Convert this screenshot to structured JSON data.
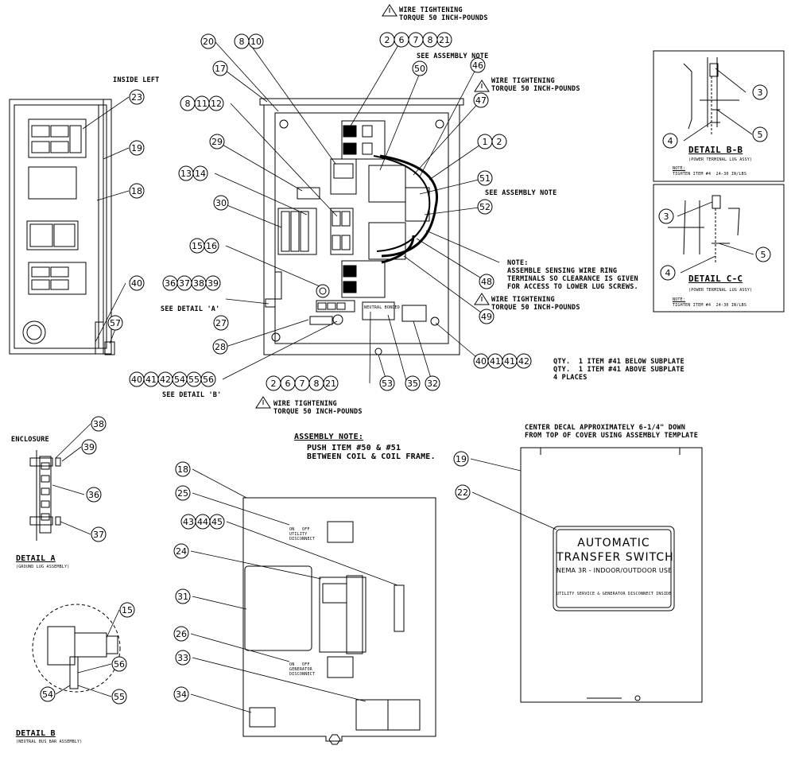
{
  "notes": {
    "inside_left": "INSIDE LEFT",
    "wire_torque_heading": "WIRE TIGHTENING",
    "wire_torque_value": "TORQUE 50 INCH-POUNDS",
    "see_assembly_note": "SEE ASSEMBLY NOTE",
    "see_detail_a": "SEE DETAIL 'A'",
    "see_detail_b": "SEE DETAIL 'B'",
    "sensing_note": "NOTE:\nASSEMBLE SENSING WIRE RING\nTERMINALS SO CLEARANCE IS GIVEN\nFOR ACCESS TO LOWER LUG SCREWS.",
    "qty_note": "QTY.  1 ITEM #41 BELOW SUBPLATE\nQTY.  1 ITEM #41 ABOVE SUBPLATE\n4 PLACES",
    "assembly_note_title": "ASSEMBLY NOTE:",
    "assembly_note_body": "PUSH ITEM #50 & #51\nBETWEEN COIL & COIL FRAME.",
    "decal_note": "CENTER DECAL APPROXIMATELY 6-1/4\" DOWN\nFROM TOP OF COVER USING ASSEMBLY TEMPLATE",
    "enclosure": "ENCLOSURE",
    "detail_a_title": "DETAIL A",
    "detail_a_sub": "(GROUND LUG ASSEMBLY)",
    "detail_b_title": "DETAIL B",
    "detail_b_sub": "(NEUTRAL BUS BAR ASSEMBLY)",
    "detail_bb_title": "DETAIL B-B",
    "detail_bb_sub": "(POWER TERMINAL LUG ASSY)",
    "detail_cc_title": "DETAIL C-C",
    "detail_cc_sub": "(POWER TERMINAL LUG ASSY)",
    "note_label": "NOTE:",
    "tighten_note": "TIGHTEN ITEM #4  24-30 IN/LBS"
  },
  "decal": {
    "line1": "AUTOMATIC",
    "line2": "TRANSFER SWITCH",
    "line3": "NEMA 3R - INDOOR/OUTDOOR USE",
    "line4": "UTILITY SERVICE & GENERATOR DISCONNECT INSIDE"
  },
  "labels": {
    "utility_disconnect": "ON   OFF\nUTILITY\nDISCONNECT",
    "generator_disconnect": "ON   OFF\nGENERATOR\nDISCONNECT",
    "neutral_bonded": "NEUTRAL BONDED"
  },
  "balloons": [
    {
      "id": "b-20",
      "text": "20"
    },
    {
      "id": "b-8",
      "text": "8"
    },
    {
      "id": "b-10",
      "text": "10"
    },
    {
      "id": "b-2a",
      "text": "2"
    },
    {
      "id": "b-6a",
      "text": "6"
    },
    {
      "id": "b-7a",
      "text": "7"
    },
    {
      "id": "b-8a",
      "text": "8"
    },
    {
      "id": "b-21a",
      "text": "21"
    },
    {
      "id": "b-17",
      "text": "17"
    },
    {
      "id": "b-50",
      "text": "50"
    },
    {
      "id": "b-46",
      "text": "46"
    },
    {
      "id": "b-47",
      "text": "47"
    },
    {
      "id": "b-8b",
      "text": "8"
    },
    {
      "id": "b-11",
      "text": "11"
    },
    {
      "id": "b-12",
      "text": "12"
    },
    {
      "id": "b-29",
      "text": "29"
    },
    {
      "id": "b-1",
      "text": "1"
    },
    {
      "id": "b-2b",
      "text": "2"
    },
    {
      "id": "b-13",
      "text": "13"
    },
    {
      "id": "b-14",
      "text": "14"
    },
    {
      "id": "b-51",
      "text": "51"
    },
    {
      "id": "b-30",
      "text": "30"
    },
    {
      "id": "b-52",
      "text": "52"
    },
    {
      "id": "b-15",
      "text": "15"
    },
    {
      "id": "b-16",
      "text": "16"
    },
    {
      "id": "b-36",
      "text": "36"
    },
    {
      "id": "b-37",
      "text": "37"
    },
    {
      "id": "b-38",
      "text": "38"
    },
    {
      "id": "b-39",
      "text": "39"
    },
    {
      "id": "b-48",
      "text": "48"
    },
    {
      "id": "b-27",
      "text": "27"
    },
    {
      "id": "b-49",
      "text": "49"
    },
    {
      "id": "b-28",
      "text": "28"
    },
    {
      "id": "b-40",
      "text": "40"
    },
    {
      "id": "b-41",
      "text": "41"
    },
    {
      "id": "b-42",
      "text": "42"
    },
    {
      "id": "b-54",
      "text": "54"
    },
    {
      "id": "b-55",
      "text": "55"
    },
    {
      "id": "b-56",
      "text": "56"
    },
    {
      "id": "b-40r",
      "text": "40"
    },
    {
      "id": "b-41r",
      "text": "41"
    },
    {
      "id": "b-41r2",
      "text": "41"
    },
    {
      "id": "b-42r",
      "text": "42"
    },
    {
      "id": "b-2c",
      "text": "2"
    },
    {
      "id": "b-6c",
      "text": "6"
    },
    {
      "id": "b-7c",
      "text": "7"
    },
    {
      "id": "b-8c",
      "text": "8"
    },
    {
      "id": "b-21c",
      "text": "21"
    },
    {
      "id": "b-53",
      "text": "53"
    },
    {
      "id": "b-35",
      "text": "35"
    },
    {
      "id": "b-32",
      "text": "32"
    },
    {
      "id": "b-23",
      "text": "23"
    },
    {
      "id": "b-19",
      "text": "19"
    },
    {
      "id": "b-18",
      "text": "18"
    },
    {
      "id": "b-40L",
      "text": "40"
    },
    {
      "id": "b-57",
      "text": "57"
    },
    {
      "id": "b-3a",
      "text": "3"
    },
    {
      "id": "b-5a",
      "text": "5"
    },
    {
      "id": "b-4a",
      "text": "4"
    },
    {
      "id": "b-3b",
      "text": "3"
    },
    {
      "id": "b-5b",
      "text": "5"
    },
    {
      "id": "b-4b",
      "text": "4"
    },
    {
      "id": "b-38d",
      "text": "38"
    },
    {
      "id": "b-39d",
      "text": "39"
    },
    {
      "id": "b-36d",
      "text": "36"
    },
    {
      "id": "b-37d",
      "text": "37"
    },
    {
      "id": "b-15d",
      "text": "15"
    },
    {
      "id": "b-56d",
      "text": "56"
    },
    {
      "id": "b-54d",
      "text": "54"
    },
    {
      "id": "b-55d",
      "text": "55"
    },
    {
      "id": "b-18c",
      "text": "18"
    },
    {
      "id": "b-25",
      "text": "25"
    },
    {
      "id": "b-43",
      "text": "43"
    },
    {
      "id": "b-44",
      "text": "44"
    },
    {
      "id": "b-45",
      "text": "45"
    },
    {
      "id": "b-24",
      "text": "24"
    },
    {
      "id": "b-31",
      "text": "31"
    },
    {
      "id": "b-26",
      "text": "26"
    },
    {
      "id": "b-33",
      "text": "33"
    },
    {
      "id": "b-34",
      "text": "34"
    },
    {
      "id": "b-19c",
      "text": "19"
    },
    {
      "id": "b-22",
      "text": "22"
    }
  ]
}
